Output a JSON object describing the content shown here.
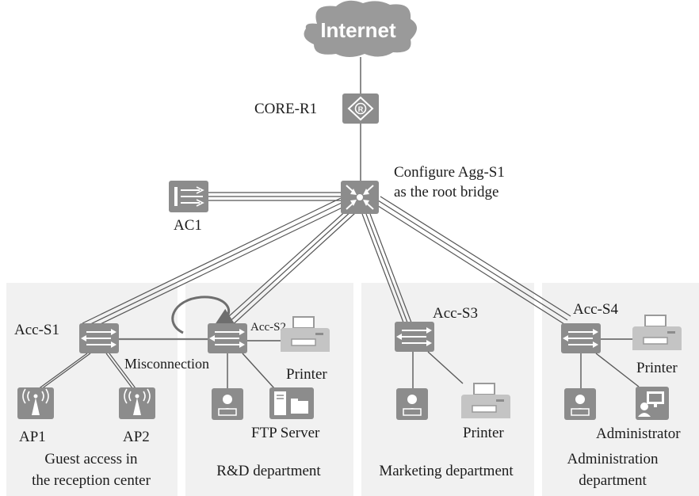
{
  "cloud": {
    "label": "Internet"
  },
  "core_router": {
    "label": "CORE-R1"
  },
  "agg_switch": {
    "label_line1": "Configure Agg-S1",
    "label_line2": "as the root bridge"
  },
  "ac": {
    "label": "AC1"
  },
  "access_switches": {
    "s1": {
      "label": "Acc-S1"
    },
    "s2": {
      "label": "Acc-S2"
    },
    "s3": {
      "label": "Acc-S3"
    },
    "s4": {
      "label": "Acc-S4"
    }
  },
  "misconnection": {
    "label": "Misconnection"
  },
  "endpoints": {
    "ap1": "AP1",
    "ap2": "AP2",
    "rd_printer": "Printer",
    "ftp_server": "FTP Server",
    "mkt_printer": "Printer",
    "admin_printer": "Printer",
    "administrator": "Administrator"
  },
  "zones": {
    "guest": {
      "line1": "Guest access in",
      "line2": "the reception center"
    },
    "rd": {
      "line1": "R&D department"
    },
    "marketing": {
      "line1": "Marketing department"
    },
    "admin": {
      "line1": "Administration",
      "line2": "department"
    }
  },
  "colors": {
    "device": "#8c8c8c",
    "zone_bg": "#f1f1f1",
    "cloud": "#9a9a9a"
  }
}
